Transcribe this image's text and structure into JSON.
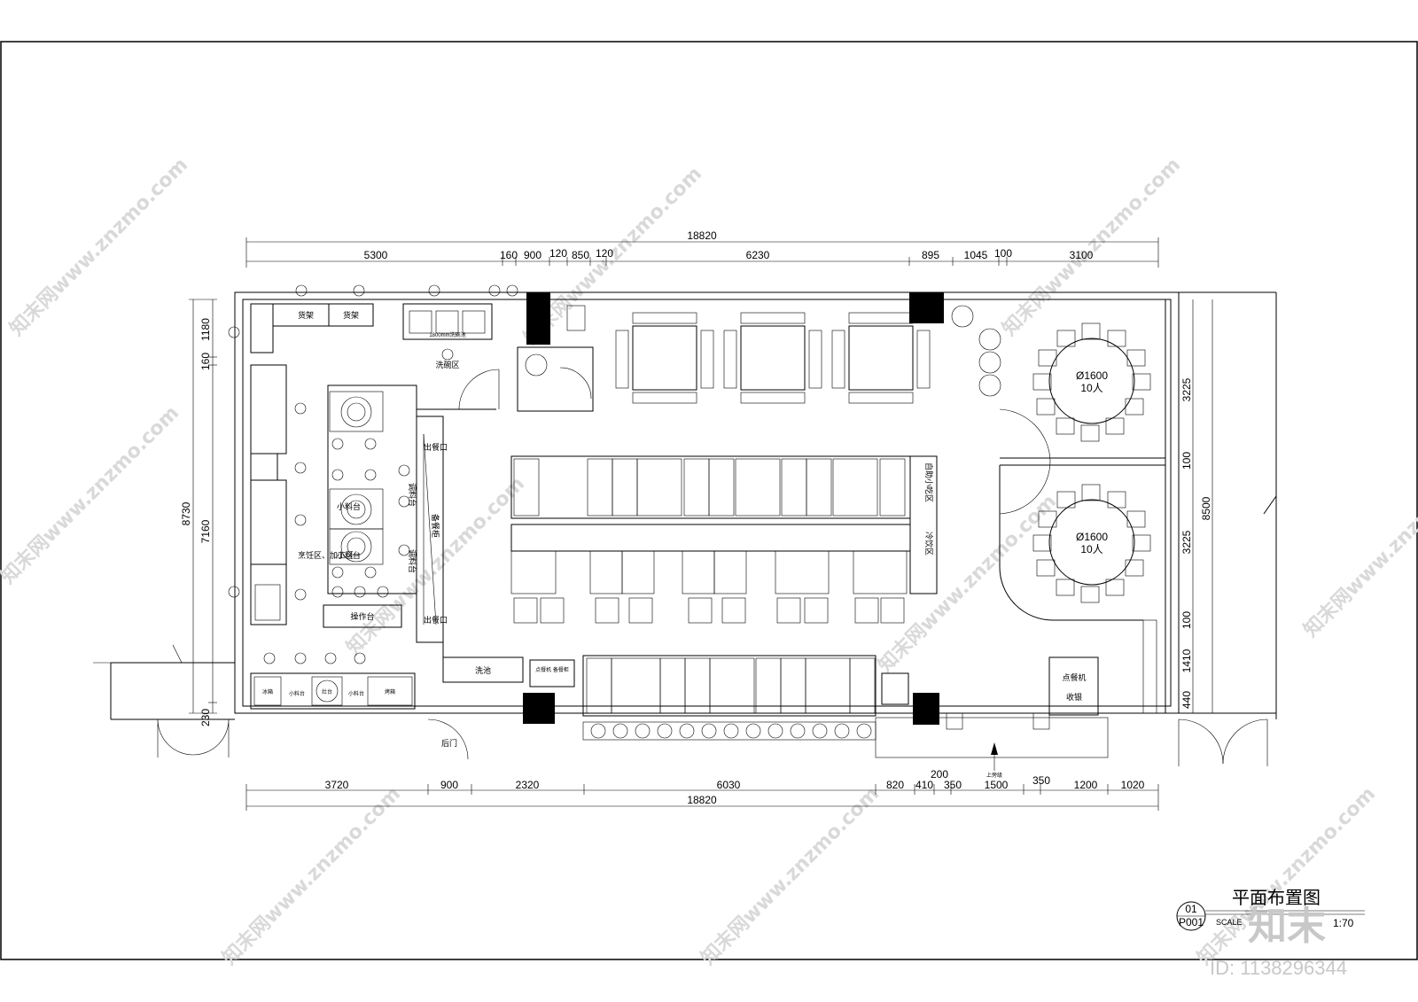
{
  "dims_top": [
    "18820",
    "5300",
    "160",
    "900",
    "120",
    "850",
    "120",
    "6230",
    "895",
    "1045",
    "100",
    "3100"
  ],
  "dims_bottom": [
    "3720",
    "900",
    "2320",
    "6030",
    "820",
    "200",
    "410",
    "350",
    "1500",
    "350",
    "1200",
    "1020",
    "18820"
  ],
  "dims_left": [
    "1180",
    "160",
    "8730",
    "7160",
    "230"
  ],
  "dims_right": [
    "3225",
    "100",
    "3225",
    "8500",
    "100",
    "1410",
    "440"
  ],
  "rooms": {
    "shelf1": "货架",
    "shelf2": "货架",
    "sink": "1800mm洗碗池",
    "wash_area": "洗碗区",
    "cook_area": "烹饪区、加工区",
    "small1": "小料台",
    "small2": "小料台",
    "small3": "小料台",
    "small4": "小料台",
    "seasoning1": "调料台",
    "seasoning2": "调料台",
    "operation": "操作台",
    "exit1": "出餐口",
    "exit2": "出餐口",
    "prep_cabinet": "备餐柜",
    "wash_pool": "洗池",
    "order_prep": "点餐机 备餐柜",
    "back_door": "后门",
    "self_service": "自助小吃区",
    "snack_area": "冷饮区",
    "table1": "Ø1600",
    "table1_seats": "10人",
    "table2": "Ø1600",
    "table2_seats": "10人",
    "cashier_order": "点餐机",
    "cashier": "收银",
    "entrance": "上旁级",
    "oven": "烤箱",
    "fridge": "冰箱",
    "fry": "灶台"
  },
  "title": {
    "circle_top": "01",
    "circle_bottom": "P001",
    "scale_label": "SCALE",
    "scale_value": "1:70",
    "name": "平面布置图"
  },
  "watermark": {
    "text": "知末网www.znzmo.com",
    "logo": "知末",
    "id": "ID: 1138296344"
  }
}
